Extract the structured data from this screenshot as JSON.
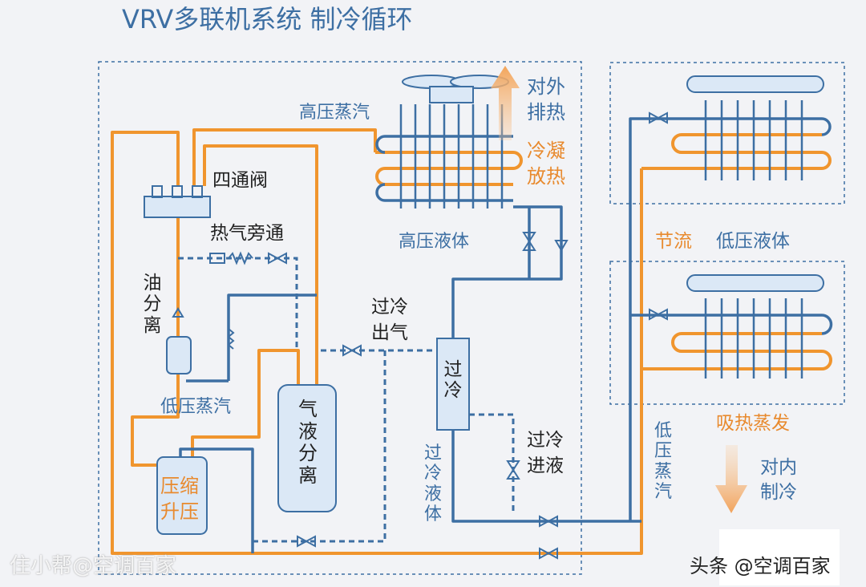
{
  "title": "VRV多联机系统  制冷循环",
  "labels": {
    "high_pressure_vapor": "高压蒸汽",
    "heat_out_1": "对外",
    "heat_out_2": "排热",
    "condense_1": "冷凝",
    "condense_2": "放热",
    "four_way_valve": "四通阀",
    "hot_gas_bypass": "热气旁通",
    "high_pressure_liquid": "高压液体",
    "throttle": "节流",
    "low_pressure_liquid": "低压液体",
    "oil_separator": "油分离",
    "subcool_out_1": "过冷",
    "subcool_out_2": "出气",
    "subcooler": "过冷",
    "low_pressure_vapor_left": "低压蒸汽",
    "accumulator": "气液分离",
    "compressor_1": "压缩",
    "compressor_2": "升压",
    "subcool_in_1": "过冷",
    "subcool_in_2": "进液",
    "subcooled_liquid": "过冷液体",
    "low_pressure_vapor_right": "低压蒸汽",
    "absorb_evaporate": "吸热蒸发",
    "cool_in_1": "对内",
    "cool_in_2": "制冷"
  },
  "watermarks": {
    "left": "住小帮@空调百家",
    "right": "头条 @空调百家"
  },
  "colors": {
    "blue_line": "#3d6fa3",
    "orange_line": "#f0952e",
    "component_fill": "#dbe8f6",
    "background": "#f2f3f6"
  }
}
